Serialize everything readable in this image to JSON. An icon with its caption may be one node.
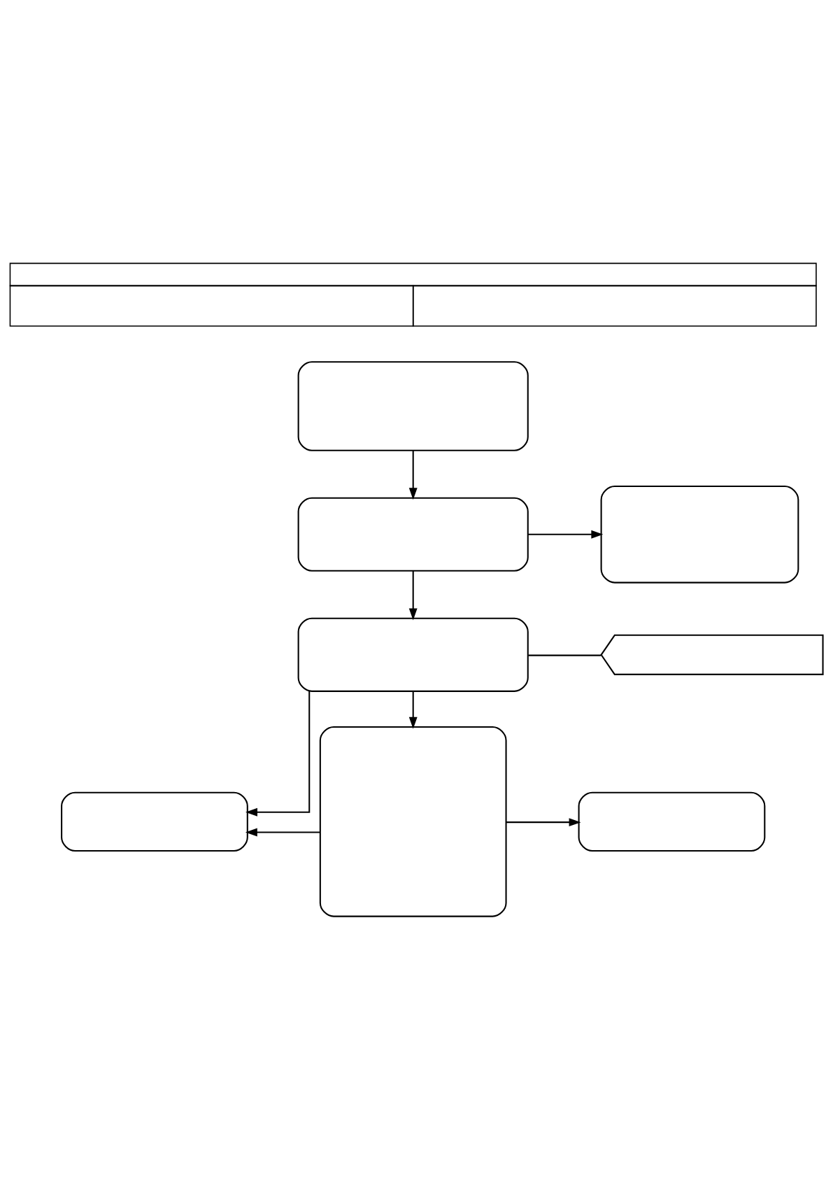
{
  "diagram": {
    "nodes": [
      {
        "text": [],
        "shape": "table"
      },
      {
        "text": [],
        "shape": "box"
      },
      {
        "text": [],
        "shape": "box"
      },
      {
        "text": [],
        "shape": "box"
      },
      {
        "text": [],
        "shape": "box"
      },
      {
        "text": [],
        "shape": "pentagon"
      },
      {
        "text": [],
        "shape": "box"
      },
      {
        "text": [],
        "shape": "box"
      },
      {
        "text": [],
        "shape": "box"
      }
    ],
    "edges": [
      {
        "from": 1,
        "to": 2,
        "arrow": "to"
      },
      {
        "from": 2,
        "to": 3,
        "arrow": "to"
      },
      {
        "from": 2,
        "to": 4,
        "arrow": "to"
      },
      {
        "from": 4,
        "to": 5,
        "arrow": "none"
      },
      {
        "from": 4,
        "to": 6,
        "arrow": "to"
      },
      {
        "from": 4,
        "to": 7,
        "arrow": "to"
      },
      {
        "from": 7,
        "to": 6,
        "arrow": "to"
      },
      {
        "from": 7,
        "to": 8,
        "arrow": "to"
      }
    ]
  }
}
